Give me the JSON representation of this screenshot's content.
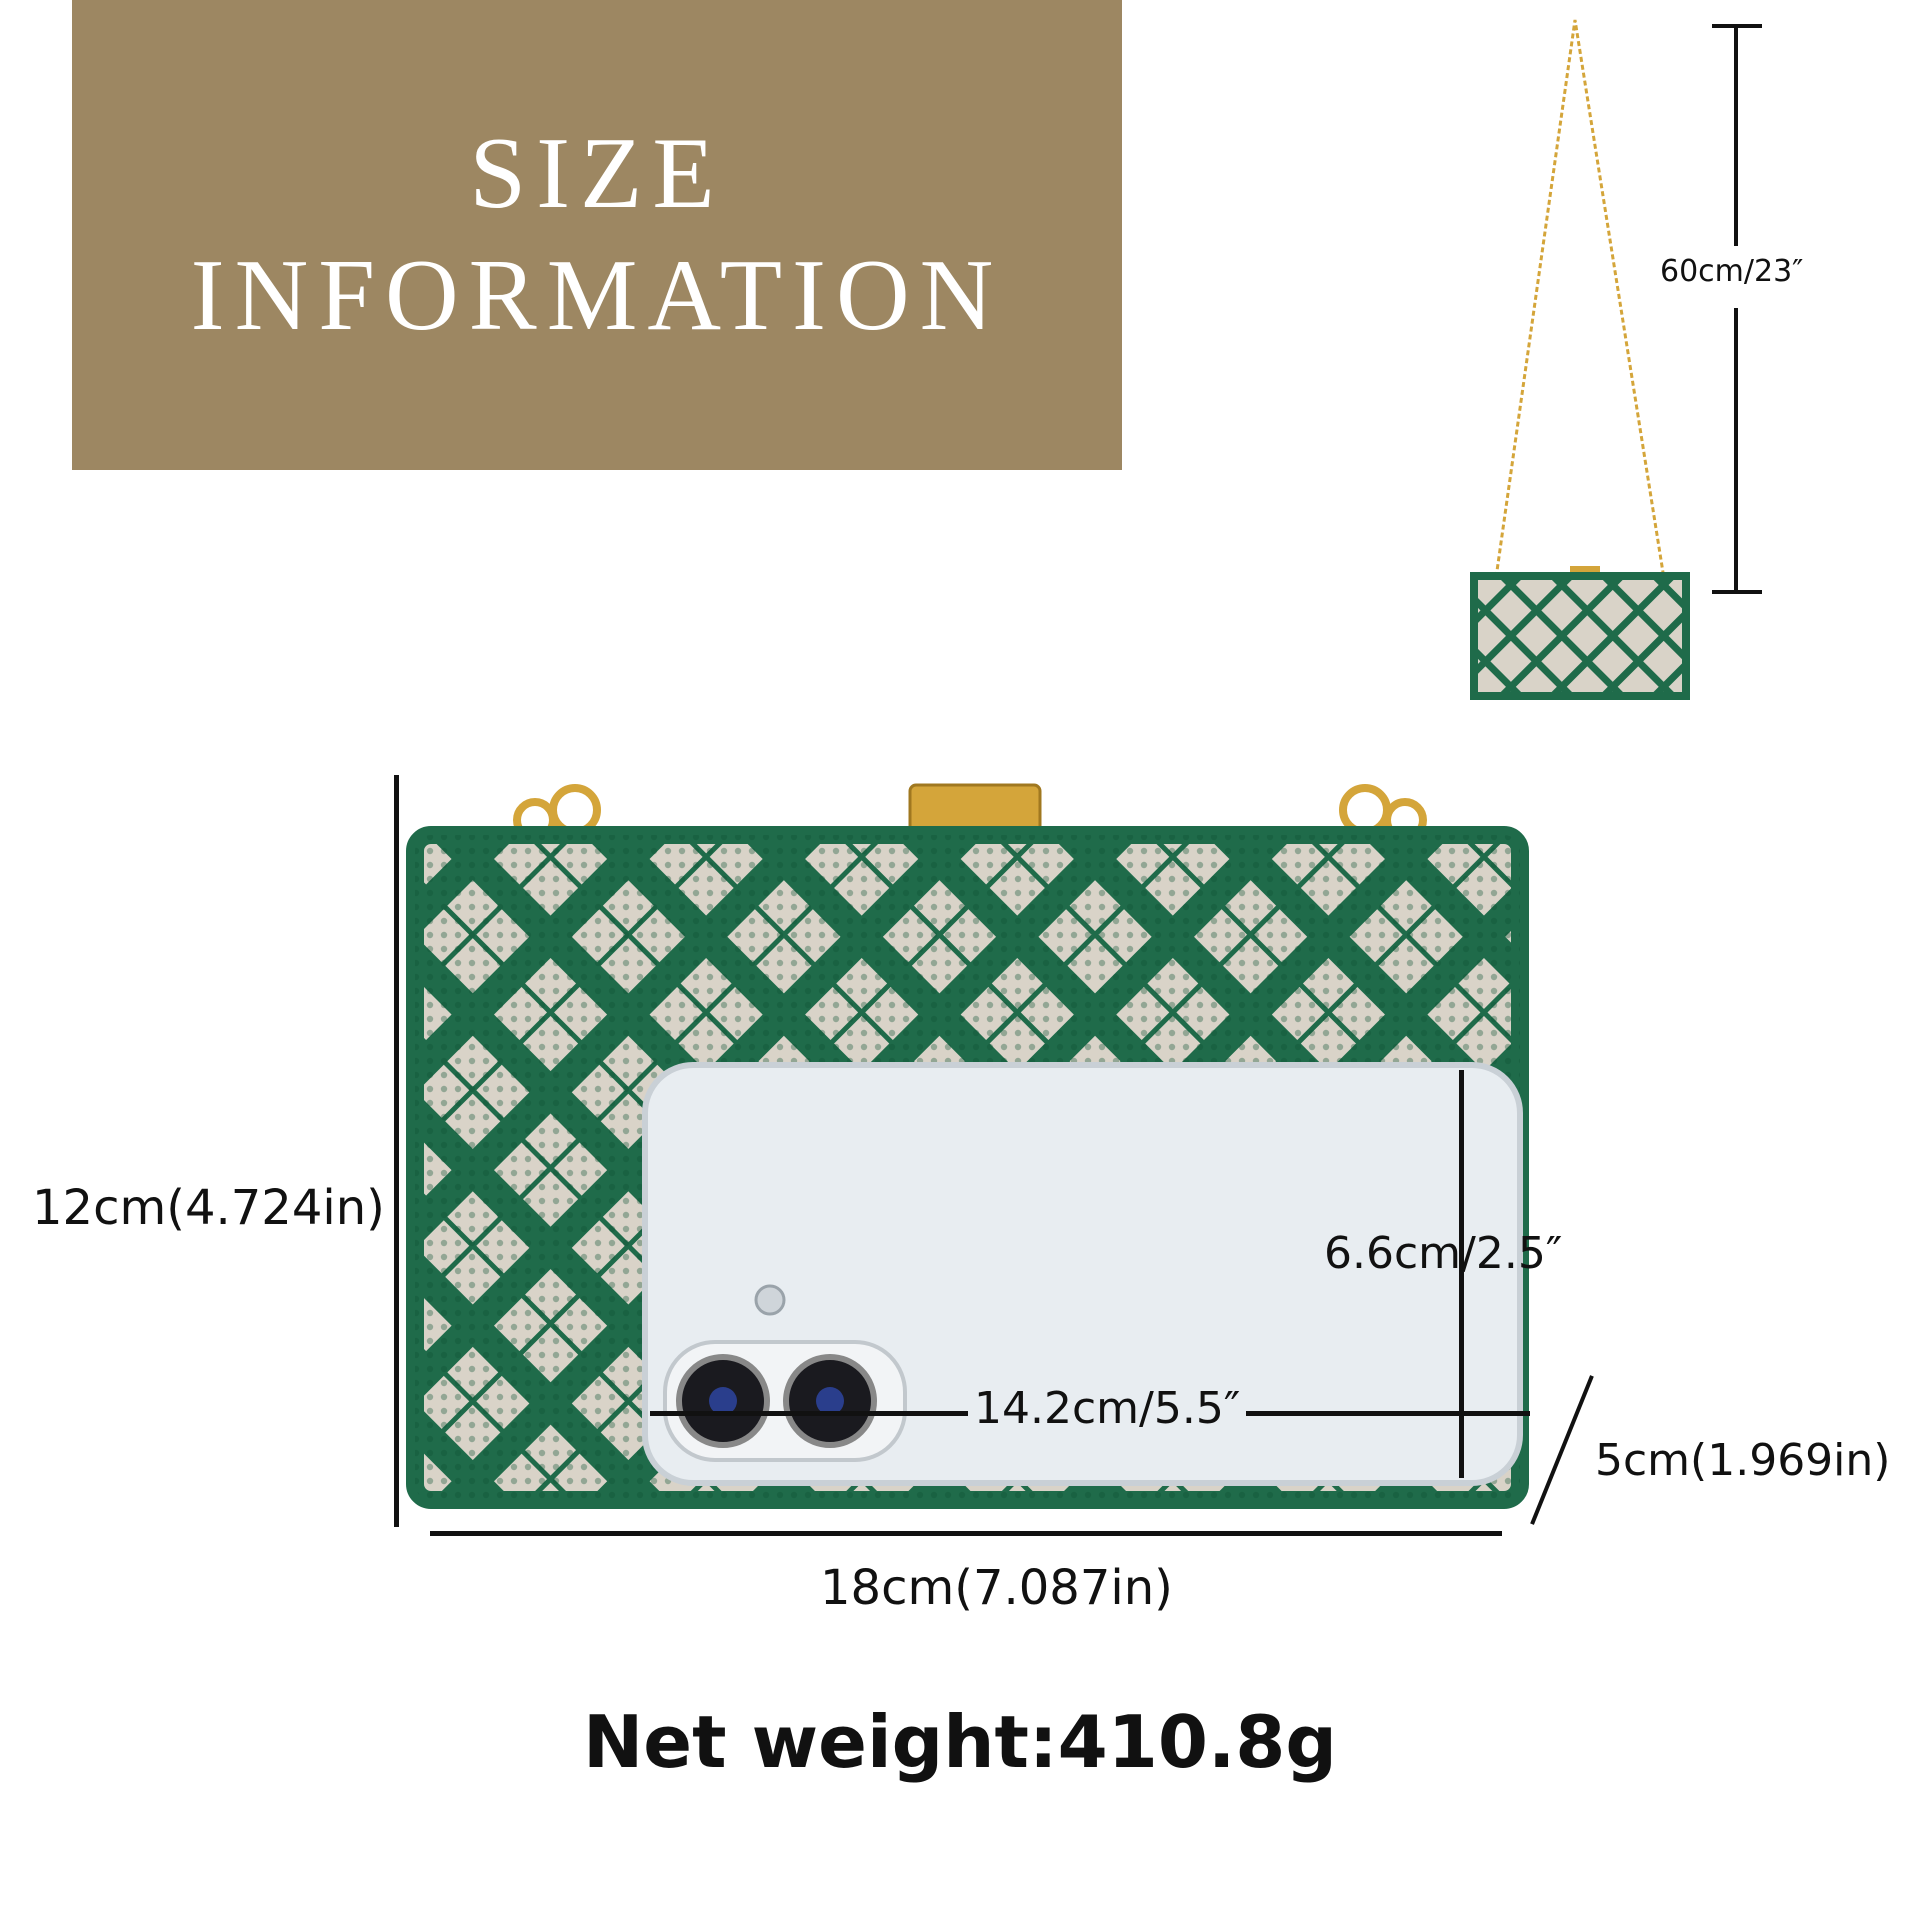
{
  "banner": {
    "line1": "SIZE",
    "line2": "INFORMATION",
    "color": "#9d8762"
  },
  "strap_length_label": "60cm/23″",
  "height_label": "12cm(4.724in)",
  "width_label": "18cm(7.087in)",
  "depth_label": "5cm(1.969in)",
  "phone_height_label": "6.6cm/2.5″",
  "phone_width_label": "14.2cm/5.5″",
  "net_weight": "Net weight:410.8g",
  "colors": {
    "bag_green": "#1f6b4a",
    "gold": "#d4a53a",
    "mirror": "#d9d3c8"
  },
  "icons": {
    "bag_small": "clutch-bag-with-chain-image",
    "bag_large": "clutch-bag-with-phone-image"
  }
}
